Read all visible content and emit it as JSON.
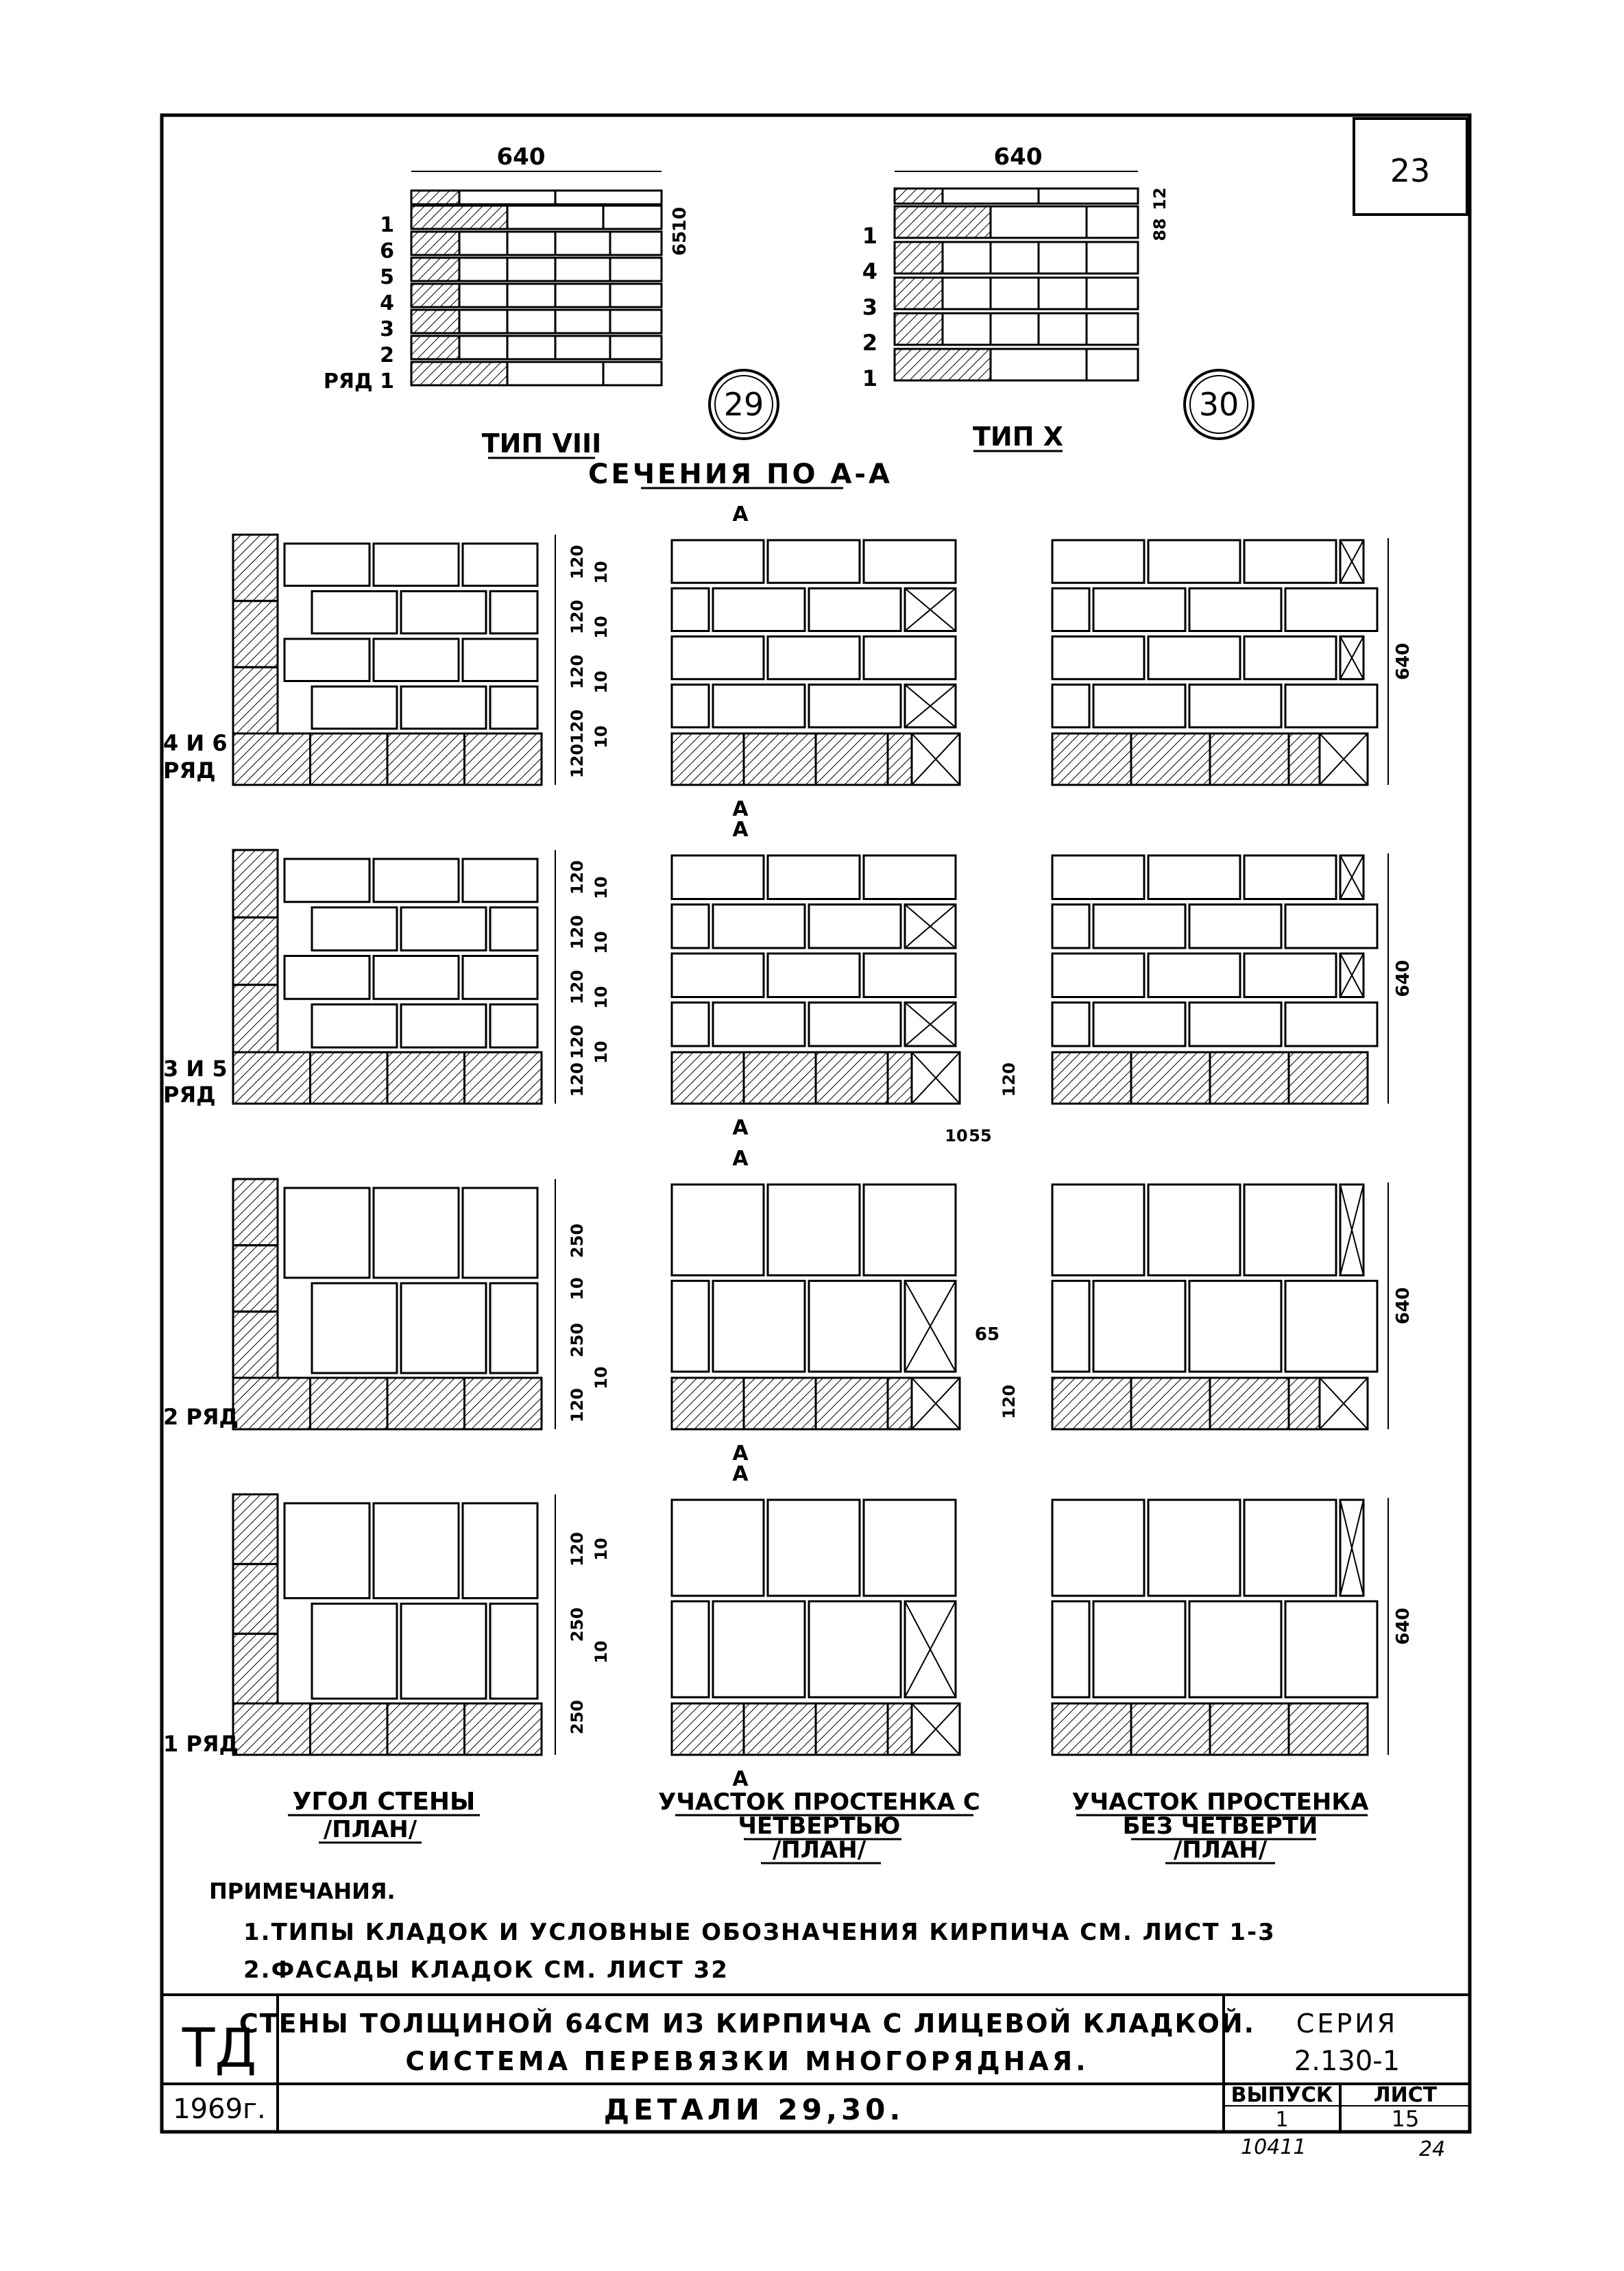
{
  "sheet": {
    "page_number": "23",
    "section_title": "СЕЧЕНИЯ ПО А-А",
    "type_viii": {
      "caption": "ТИП VIII",
      "dim_top": "640",
      "rows": [
        "1",
        "6",
        "5",
        "4",
        "3",
        "2",
        "РЯД 1"
      ],
      "dims": [
        "65",
        "10"
      ],
      "detail_no": "29"
    },
    "type_x": {
      "caption": "ТИП X",
      "dim_top": "640",
      "rows": [
        "1",
        "4",
        "3",
        "2",
        "1"
      ],
      "dims": [
        "88",
        "12"
      ],
      "detail_no": "30"
    },
    "section_mark": "А",
    "row_labels": [
      "4 И 6\nРЯД",
      "3 И 5\nРЯД",
      "2 РЯД",
      "1 РЯД"
    ],
    "dims": {
      "d120": "120",
      "d10": "10",
      "d250": "250",
      "d640": "640",
      "d65": "65",
      "d55": "55"
    },
    "column_captions": [
      {
        "line1": "УГОЛ СТЕНЫ",
        "line2": "/ПЛАН/"
      },
      {
        "line1": "УЧАСТОК ПРОСТЕНКА С",
        "line2": "ЧЕТВЕРТЬЮ",
        "line3": "/ПЛАН/"
      },
      {
        "line1": "УЧАСТОК ПРОСТЕНКА",
        "line2": "БЕЗ ЧЕТВЕРТИ",
        "line3": "/ПЛАН/"
      }
    ],
    "notes": {
      "heading": "ПРИМЕЧАНИЯ.",
      "items": [
        "1.ТИПЫ КЛАДОК И УСЛОВНЫЕ ОБОЗНАЧЕНИЯ КИРПИЧА СМ. ЛИСТ 1-3",
        "2.ФАСАДЫ КЛАДОК СМ. ЛИСТ 32"
      ]
    },
    "title_block": {
      "logo": "ТД",
      "year": "1969г.",
      "title_line1": "СТЕНЫ ТОЛЩИНОЙ 64СМ ИЗ КИРПИЧА С ЛИЦЕВОЙ КЛАДКОЙ.",
      "title_line2": "СИСТЕМА ПЕРЕВЯЗКИ МНОГОРЯДНАЯ.",
      "subtitle": "ДЕТАЛИ 29,30.",
      "series_label": "СЕРИЯ",
      "series_value": "2.130-1",
      "issue_label": "ВЫПУСК",
      "issue_value": "1",
      "sheet_label": "ЛИСТ",
      "sheet_value": "15",
      "inventory_no": "10411",
      "sheet_total": "24"
    }
  }
}
